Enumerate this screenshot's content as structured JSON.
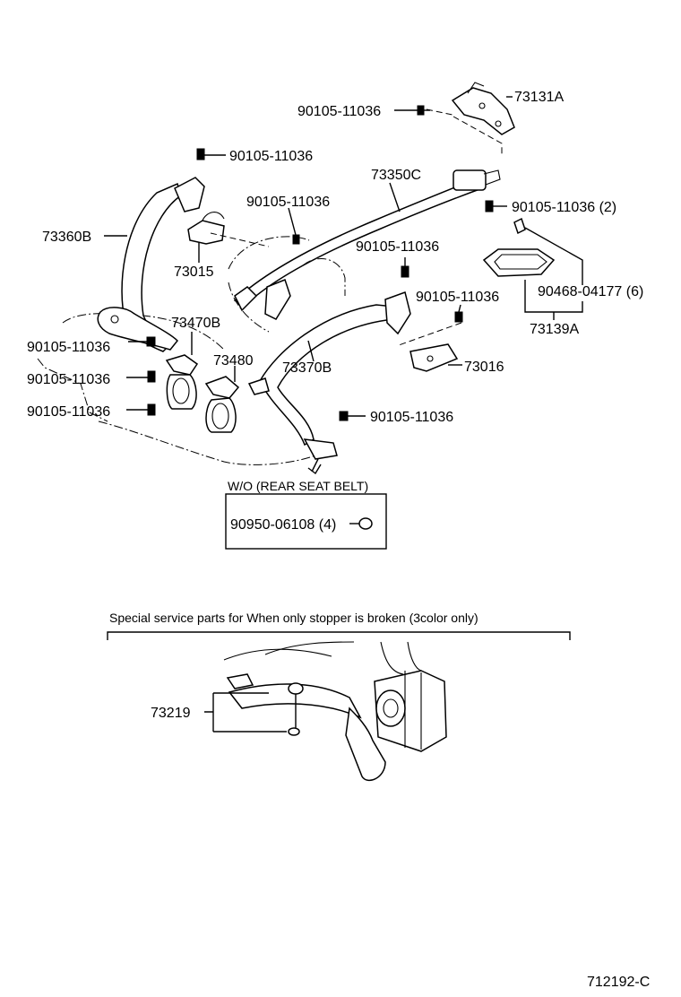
{
  "labels": {
    "bolt_top": "90105-11036",
    "part_73131A": "73131A",
    "bolt_upper_left": "90105-11036",
    "part_73350C": "73350C",
    "bolt_center": "90105-11036",
    "bolt_right_qty": "90105-11036 (2)",
    "part_73360B": "73360B",
    "part_73015": "73015",
    "bolt_mid": "90105-11036",
    "part_90468": "90468-04177 (6)",
    "bolt_mid_right": "90105-11036",
    "part_73139A": "73139A",
    "part_73470B": "73470B",
    "bolt_left_1": "90105-11036",
    "part_73480": "73480",
    "part_73370B": "73370B",
    "part_73016": "73016",
    "bolt_left_2": "90105-11036",
    "bolt_left_3": "90105-11036",
    "bolt_bottom": "90105-11036",
    "wo_box_title": "W/O (REAR SEAT BELT)",
    "wo_box_part": "90950-06108 (4)",
    "special_title": "Special service parts for When only stopper is broken (3color only)",
    "part_73219": "73219",
    "figure_code": "712192-C"
  }
}
